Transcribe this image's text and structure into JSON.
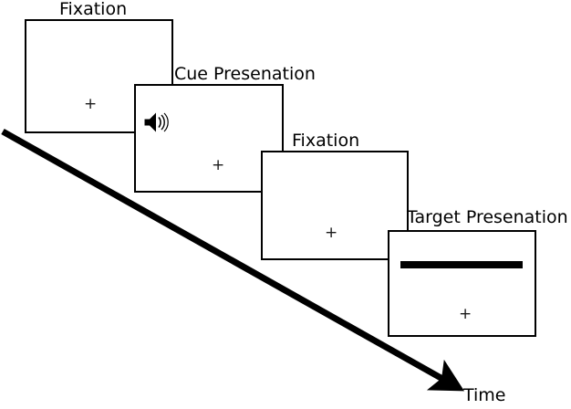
{
  "diagram": {
    "type": "experimental-trial-timeline",
    "background_color": "#ffffff",
    "stroke_color": "#000000",
    "frames": [
      {
        "id": "frame-fixation-1",
        "label": "Fixation",
        "fixation_symbol": "+",
        "contents": "fixation-cross"
      },
      {
        "id": "frame-cue",
        "label": "Cue Presenation",
        "fixation_symbol": "+",
        "contents": "auditory-cue-speaker-icon",
        "icon_name": "speaker-icon"
      },
      {
        "id": "frame-fixation-2",
        "label": "Fixation",
        "fixation_symbol": "+",
        "contents": "fixation-cross"
      },
      {
        "id": "frame-target",
        "label": "Target Presenation",
        "fixation_symbol": "+",
        "contents": "horizontal-bar-target",
        "target_color": "#000000"
      }
    ],
    "time_axis": {
      "label": "Time",
      "direction": "down-right",
      "arrow_color": "#000000"
    }
  }
}
